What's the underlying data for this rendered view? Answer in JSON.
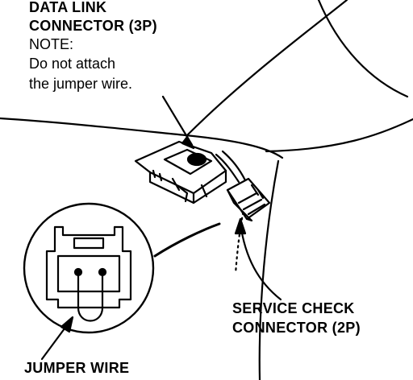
{
  "labels": {
    "data_link_line1": "DATA LINK",
    "data_link_line2": "CONNECTOR (3P)",
    "note_heading": "NOTE:",
    "note_line1": "Do not attach",
    "note_line2": "the jumper wire.",
    "service_check_line1": "SERVICE CHECK",
    "service_check_line2": "CONNECTOR (2P)",
    "jumper_wire": "JUMPER WIRE"
  },
  "icons": {
    "data_link_connector": "data-link-connector-icon",
    "service_check_connector": "service-check-connector-icon",
    "magnified_terminals": "magnified-connector-icon"
  },
  "colors": {
    "ink": "#000000",
    "paper": "#ffffff"
  }
}
